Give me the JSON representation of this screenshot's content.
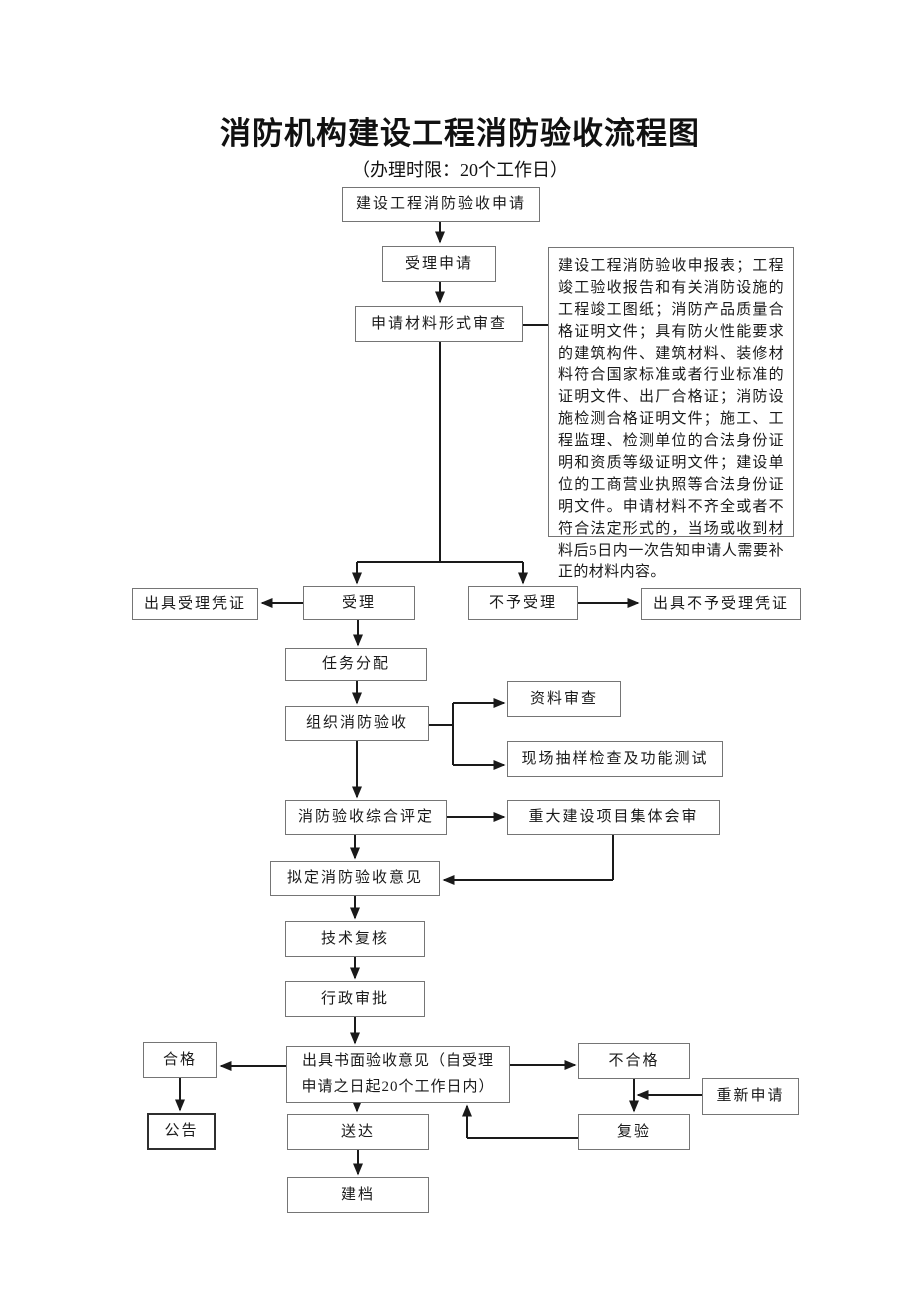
{
  "page": {
    "title": "消防机构建设工程消防验收流程图",
    "subtitle": "（办理时限：20个工作日）"
  },
  "nodes": {
    "apply": "建设工程消防验收申请",
    "accept_application": "受理申请",
    "form_review": "申请材料形式审查",
    "materials_note": "建设工程消防验收申报表；工程竣工验收报告和有关消防设施的工程竣工图纸；消防产品质量合格证明文件；具有防火性能要求的建筑构件、建筑材料、装修材料符合国家标准或者行业标准的证明文件、出厂合格证；消防设施检测合格证明文件；施工、工程监理、检测单位的合法身份证明和资质等级证明文件；建设单位的工商营业执照等合法身份证明文件。申请材料不齐全或者不符合法定形式的，当场或收到材料后5日内一次告知申请人需要补正的材料内容。",
    "issue_acceptance_receipt": "出具受理凭证",
    "accept": "受理",
    "reject": "不予受理",
    "issue_rejection_receipt": "出具不予受理凭证",
    "task_assignment": "任务分配",
    "organize_inspection": "组织消防验收",
    "document_review": "资料审查",
    "site_sampling": "现场抽样检查及功能测试",
    "comprehensive_evaluation": "消防验收综合评定",
    "major_project_review": "重大建设项目集体会审",
    "draft_opinion": "拟定消防验收意见",
    "technical_recheck": "技术复核",
    "administrative_approval": "行政审批",
    "issue_written_opinion": "出具书面验收意见（自受理申请之日起20个工作日内）",
    "qualified": "合格",
    "unqualified": "不合格",
    "reapply": "重新申请",
    "announcement": "公告",
    "delivery": "送达",
    "recheck": "复验",
    "archive": "建档"
  },
  "colors": {
    "line": "#1a1a1a",
    "box_border": "#757575"
  }
}
